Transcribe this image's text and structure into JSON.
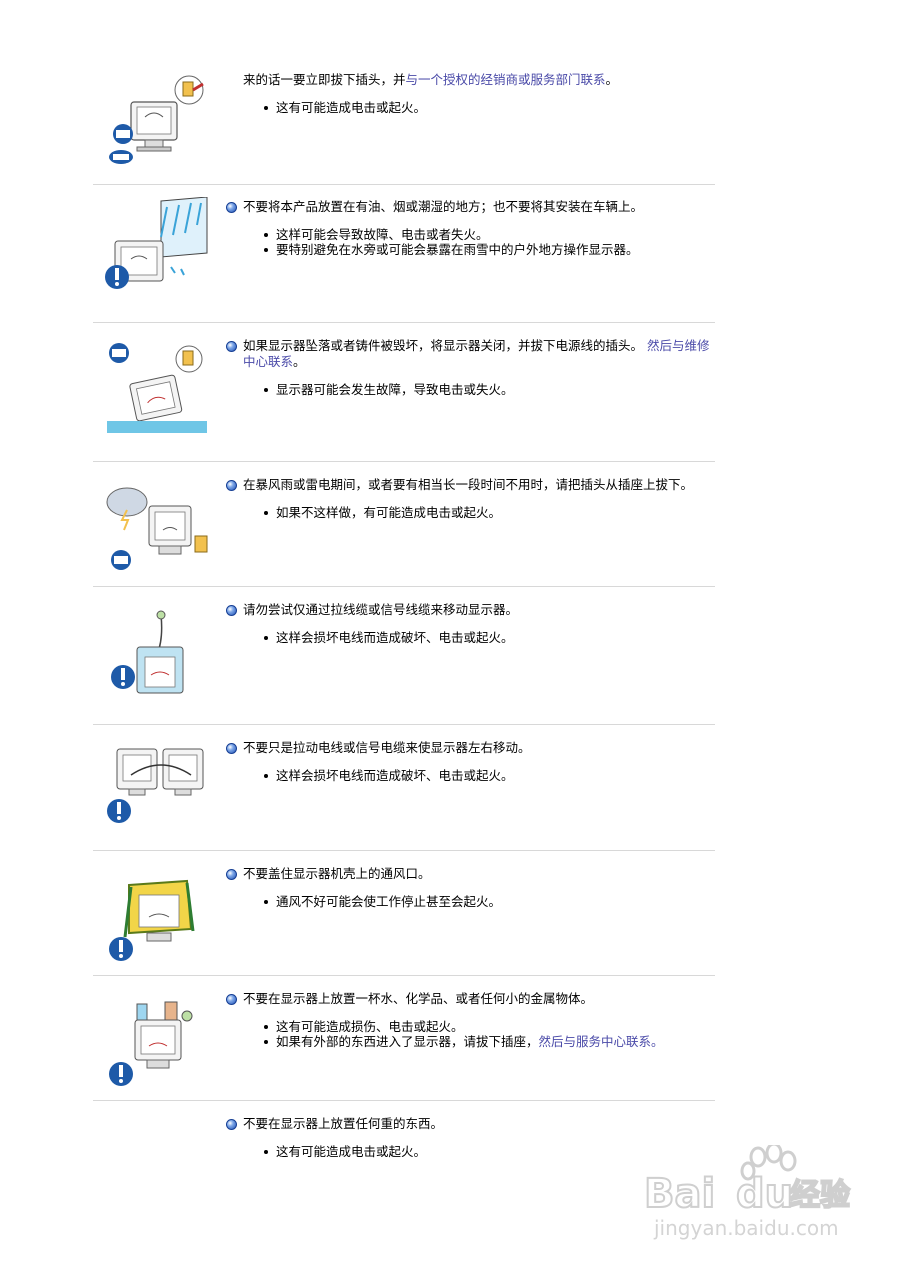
{
  "sections": [
    {
      "title_pre": "来的话一要立即拔下插头，并",
      "title_link": "与一个授权的经销商或服务部门联系",
      "title_post": "。",
      "bullets": [
        {
          "text": "这有可能造成电击或起火。",
          "link": ""
        }
      ]
    },
    {
      "title_pre": "不要将本产品放置在有油、烟或潮湿的地方；也不要将其安装在车辆上。",
      "title_link": "",
      "title_post": "",
      "bullets": [
        {
          "text": "这样可能会导致故障、电击或者失火。",
          "link": ""
        },
        {
          "text": "要特别避免在水旁或可能会暴露在雨雪中的户外地方操作显示器。",
          "link": ""
        }
      ]
    },
    {
      "title_pre": "如果显示器坠落或者铸件被毁坏，将显示器关闭，并拔下电源线的插头。 ",
      "title_link": "然后与维修中心联系",
      "title_post": "。",
      "bullets": [
        {
          "text": "显示器可能会发生故障，导致电击或失火。",
          "link": ""
        }
      ]
    },
    {
      "title_pre": "在暴风雨或雷电期间，或者要有相当长一段时间不用时，请把插头从插座上拔下。",
      "title_link": "",
      "title_post": "",
      "bullets": [
        {
          "text": "如果不这样做，有可能造成电击或起火。",
          "link": ""
        }
      ]
    },
    {
      "title_pre": "请勿尝试仅通过拉线缆或信号线缆来移动显示器。",
      "title_link": "",
      "title_post": "",
      "bullets": [
        {
          "text": "这样会损坏电线而造成破坏、电击或起火。",
          "link": ""
        }
      ]
    },
    {
      "title_pre": "不要只是拉动电线或信号电缆来使显示器左右移动。",
      "title_link": "",
      "title_post": "",
      "bullets": [
        {
          "text": "这样会损坏电线而造成破坏、电击或起火。",
          "link": ""
        }
      ]
    },
    {
      "title_pre": "不要盖住显示器机壳上的通风口。",
      "title_link": "",
      "title_post": "",
      "bullets": [
        {
          "text": "通风不好可能会使工作停止甚至会起火。",
          "link": ""
        }
      ]
    },
    {
      "title_pre": "不要在显示器上放置一杯水、化学品、或者任何小的金属物体。",
      "title_link": "",
      "title_post": "",
      "bullets": [
        {
          "text": "这有可能造成损伤、电击或起火。",
          "link": ""
        },
        {
          "text": "如果有外部的东西进入了显示器，请拔下插座，",
          "link": "然后与服务中心联系。"
        }
      ]
    },
    {
      "title_pre": "不要在显示器上放置任何重的东西。",
      "title_link": "",
      "title_post": "",
      "bullets": [
        {
          "text": "这有可能造成电击或起火。",
          "link": ""
        }
      ]
    }
  ],
  "watermark": {
    "brand_left": "Bai",
    "brand_right": "du",
    "brand_cn": "经验",
    "url": "jingyan.baidu.com"
  },
  "colors": {
    "link": "#4a4aa8",
    "warning_blue": "#1e5aa8",
    "divider": "#d8d8d8"
  }
}
